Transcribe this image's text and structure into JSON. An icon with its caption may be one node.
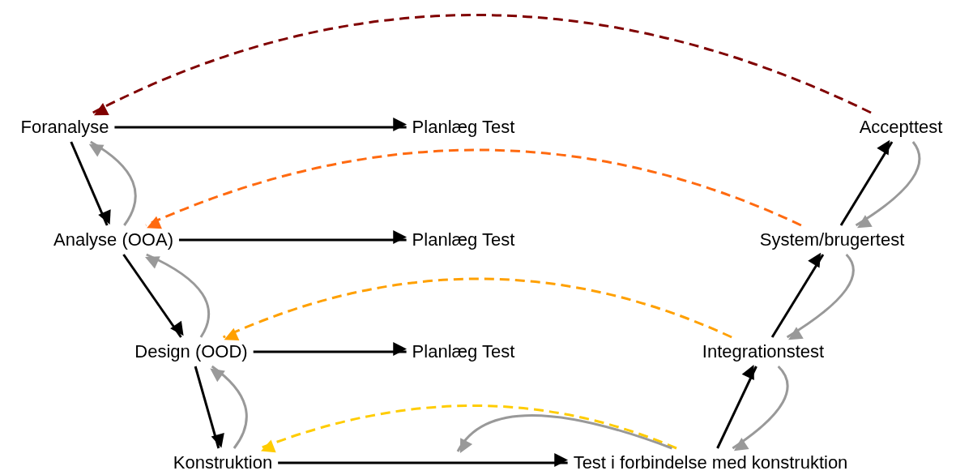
{
  "diagram": {
    "nodes": [
      {
        "text": [
          "Foranalyse"
        ]
      },
      {
        "text": [
          "Planlæg Test"
        ]
      },
      {
        "text": [
          "Accepttest"
        ]
      },
      {
        "text": [
          "Analyse (OOA)"
        ]
      },
      {
        "text": [
          "Planlæg Test"
        ]
      },
      {
        "text": [
          "System/brugertest"
        ]
      },
      {
        "text": [
          "Design (OOD)"
        ]
      },
      {
        "text": [
          "Planlæg Test"
        ]
      },
      {
        "text": [
          "Integrationstest"
        ]
      },
      {
        "text": [
          "Konstruktion"
        ]
      },
      {
        "text": [
          "Test i forbindelse med konstruktion"
        ]
      }
    ],
    "edges": [
      {
        "from": 0,
        "to": 1,
        "arrow": "to"
      },
      {
        "from": 3,
        "to": 4,
        "arrow": "to"
      },
      {
        "from": 6,
        "to": 7,
        "arrow": "to"
      },
      {
        "from": 9,
        "to": 10,
        "arrow": "to"
      },
      {
        "from": 0,
        "to": 3,
        "arrow": "to"
      },
      {
        "from": 3,
        "to": 6,
        "arrow": "to"
      },
      {
        "from": 6,
        "to": 9,
        "arrow": "to"
      },
      {
        "from": 10,
        "to": 8,
        "arrow": "to"
      },
      {
        "from": 8,
        "to": 5,
        "arrow": "to"
      },
      {
        "from": 5,
        "to": 2,
        "arrow": "to"
      },
      {
        "from": 2,
        "to": 0,
        "arrow": "to",
        "style": "dashed",
        "color": "#800000"
      },
      {
        "from": 5,
        "to": 3,
        "arrow": "to",
        "style": "dashed",
        "color": "#ff6a10"
      },
      {
        "from": 8,
        "to": 6,
        "arrow": "to",
        "style": "dashed",
        "color": "#ffa000"
      },
      {
        "from": 10,
        "to": 9,
        "arrow": "to",
        "style": "dashed",
        "color": "#ffcc00"
      },
      {
        "from": 3,
        "to": 0,
        "arrow": "to",
        "color": "#999999"
      },
      {
        "from": 6,
        "to": 3,
        "arrow": "to",
        "color": "#999999"
      },
      {
        "from": 9,
        "to": 6,
        "arrow": "to",
        "color": "#999999"
      },
      {
        "from": 2,
        "to": 5,
        "arrow": "to",
        "color": "#999999"
      },
      {
        "from": 5,
        "to": 8,
        "arrow": "to",
        "color": "#999999"
      },
      {
        "from": 8,
        "to": 10,
        "arrow": "to",
        "color": "#999999"
      },
      {
        "from": 10,
        "to": null,
        "arrow": "to",
        "color": "#999999"
      }
    ]
  }
}
